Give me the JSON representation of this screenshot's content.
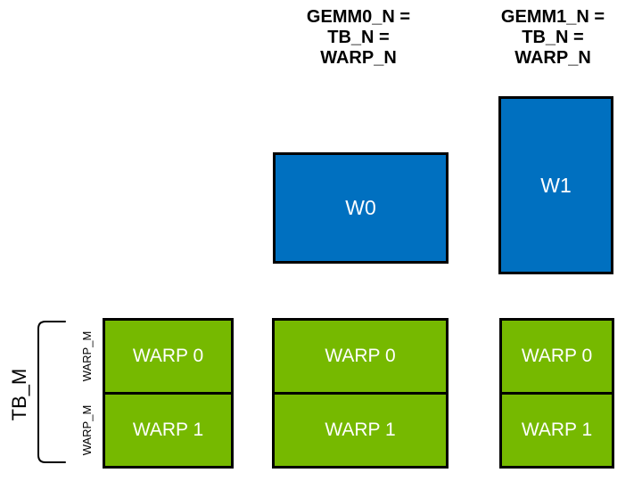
{
  "diagram": {
    "title_semantics": "GEMM warp tiling diagram",
    "column_headers": [
      {
        "lines": [
          "GEMM0_N =",
          "TB_N =",
          "WARP_N"
        ]
      },
      {
        "lines": [
          "GEMM1_N =",
          "TB_N =",
          "WARP_N"
        ]
      }
    ],
    "blue_boxes": [
      {
        "label": "W0"
      },
      {
        "label": "W1"
      }
    ],
    "green_columns": [
      {
        "cells": [
          "WARP 0",
          "WARP 1"
        ]
      },
      {
        "cells": [
          "WARP 0",
          "WARP 1"
        ]
      },
      {
        "cells": [
          "WARP 0",
          "WARP 1"
        ]
      }
    ],
    "left_axis": {
      "tb_label": "TB_M",
      "warp_labels": [
        "WARP_M",
        "WARP_M"
      ]
    },
    "colors": {
      "blue": "#0070C0",
      "green": "#76B900",
      "border": "#000000",
      "text_on_fill": "#FFFFFF",
      "label_text": "#000000"
    }
  }
}
